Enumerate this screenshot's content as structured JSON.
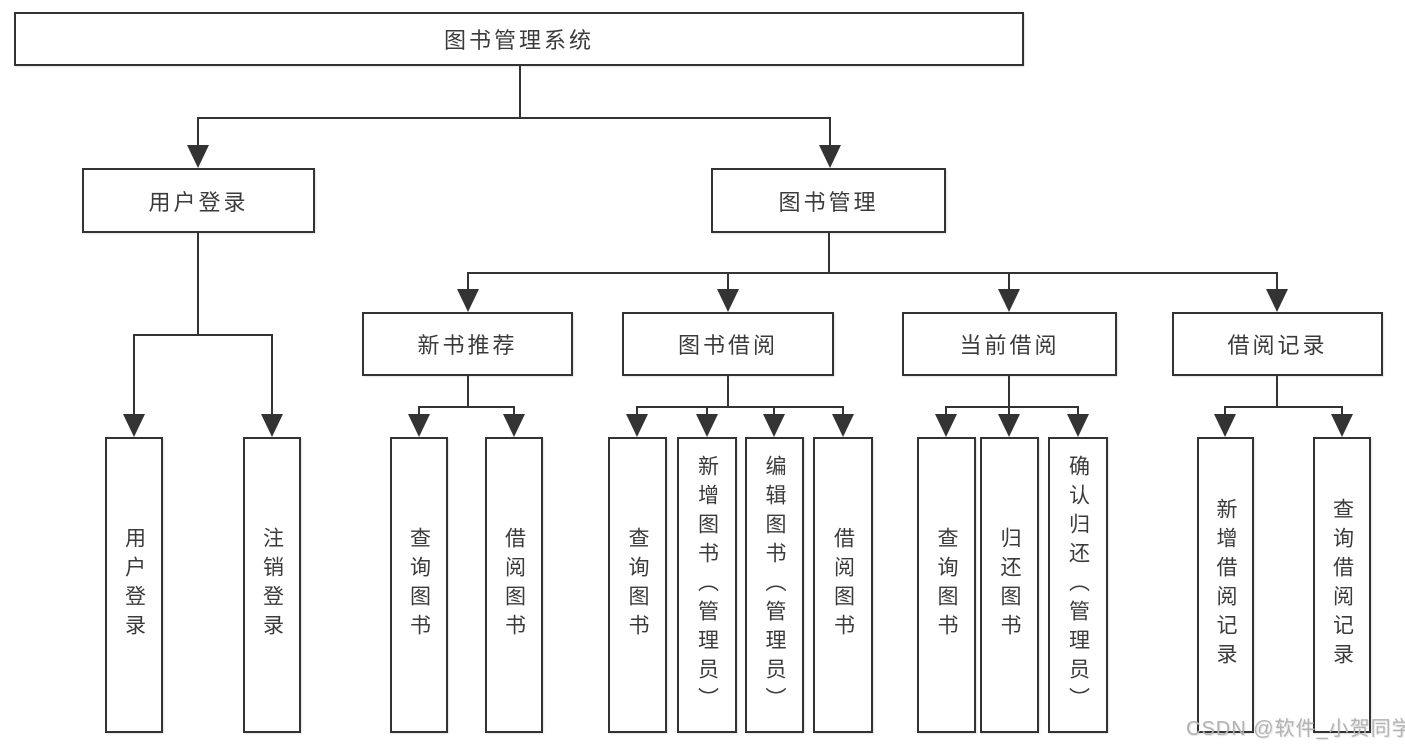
{
  "tree": {
    "root": {
      "label": "图书管理系统"
    },
    "branches": [
      {
        "label": "用户登录",
        "children": [
          {
            "label": "用户登录"
          },
          {
            "label": "注销登录"
          }
        ]
      },
      {
        "label": "图书管理",
        "children": [
          {
            "label": "新书推荐",
            "children": [
              {
                "label": "查询图书"
              },
              {
                "label": "借阅图书"
              }
            ]
          },
          {
            "label": "图书借阅",
            "children": [
              {
                "label": "查询图书"
              },
              {
                "label": "新增图书（管理员）"
              },
              {
                "label": "编辑图书（管理员）"
              },
              {
                "label": "借阅图书"
              }
            ]
          },
          {
            "label": "当前借阅",
            "children": [
              {
                "label": "查询图书"
              },
              {
                "label": "归还图书"
              },
              {
                "label": "确认归还（管理员）"
              }
            ]
          },
          {
            "label": "借阅记录",
            "children": [
              {
                "label": "新增借阅记录"
              },
              {
                "label": "查询借阅记录"
              }
            ]
          }
        ]
      }
    ]
  },
  "colors": {
    "line": "#333333",
    "text": "#3b3b3b",
    "watermark_text": "#b3b3b3",
    "background": "#ffffff"
  },
  "watermark": {
    "text": "CSDN @软件_小贺同学"
  }
}
